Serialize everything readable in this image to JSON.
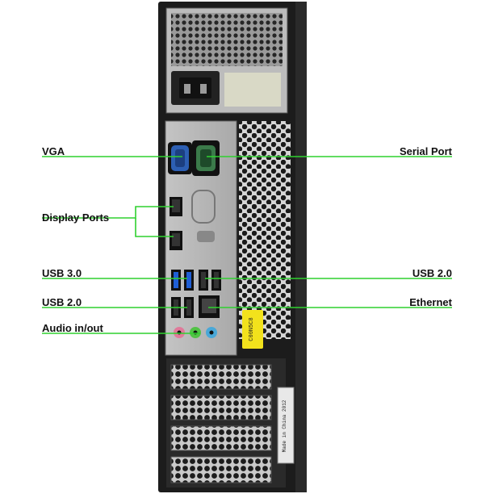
{
  "labels": {
    "vga": "VGA",
    "display_ports": "Display Ports",
    "usb3": "USB 3.0",
    "usb2_left": "USB 2.0",
    "audio": "Audio in/out",
    "serial": "Serial Port",
    "usb2_right": "USB 2.0",
    "ethernet": "Ethernet"
  },
  "colors": {
    "leader_line": "#2fd12f",
    "chassis": "#1c1c1c",
    "panel": "#b8b8b8",
    "vga_port": "#2d5fb3",
    "serial_port": "#3b7a4a",
    "usb3_port": "#1f5fd6",
    "audio_pink": "#e07a9a",
    "audio_green": "#52c246",
    "audio_blue": "#4aa8d8",
    "sticker": "#f2e21c"
  },
  "sticker_text": "C00N5C8",
  "serial_tag_text": "Made in China 2012"
}
